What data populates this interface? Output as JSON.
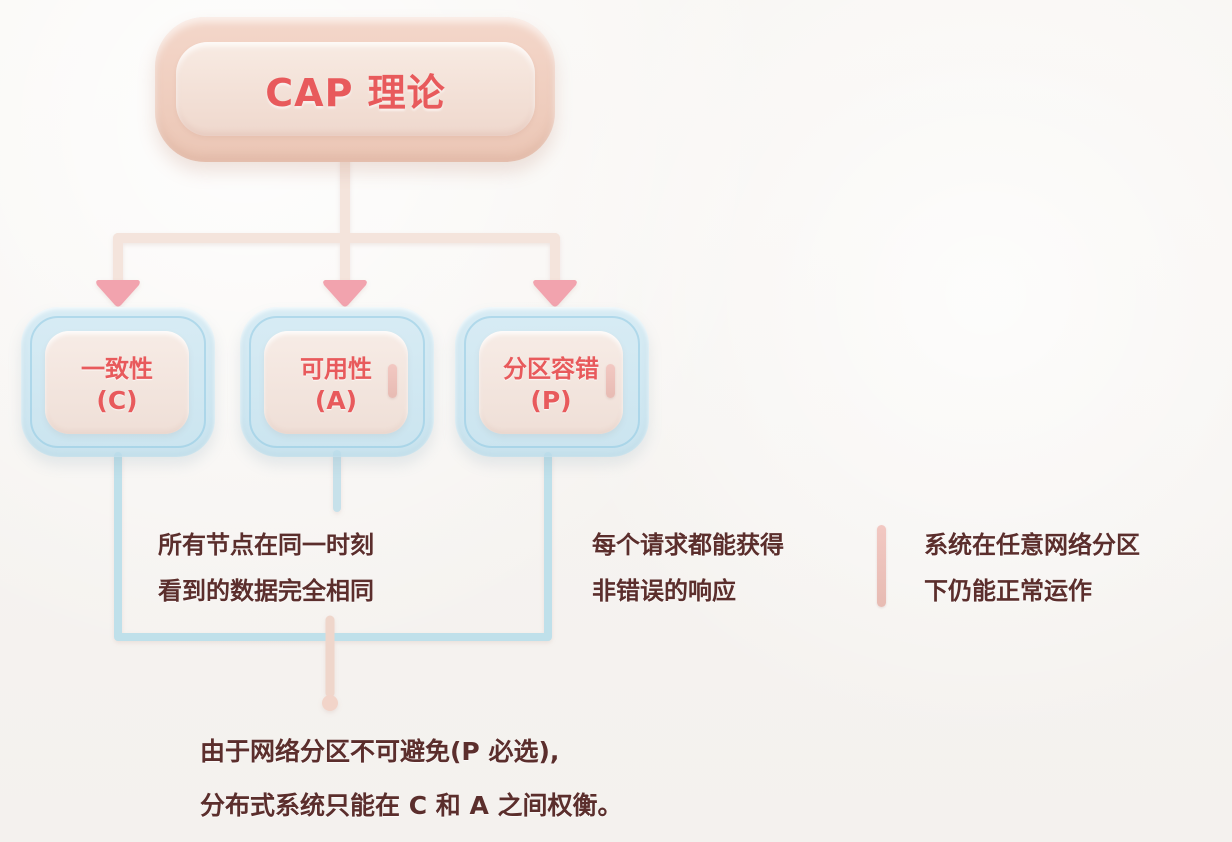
{
  "diagram": {
    "title": "CAP 理论",
    "nodes": [
      {
        "line1": "一致性",
        "line2": "(C)"
      },
      {
        "line1": "可用性",
        "line2": "(A)"
      },
      {
        "line1": "分区容错",
        "line2": "(P)"
      }
    ],
    "descriptions": [
      {
        "line1": "所有节点在同一时刻",
        "line2": "看到的数据完全相同"
      },
      {
        "line1": "每个请求都能获得",
        "line2": "非错误的响应"
      },
      {
        "line1": "系统在任意网络分区",
        "line2": "下仍能正常运作"
      }
    ],
    "conclusion": {
      "line1": "由于网络分区不可避免(P 必选),",
      "line2": "分布式系统只能在 C 和 A 之间权衡。"
    }
  },
  "colors": {
    "title_text": "#e85a5c",
    "node_text": "#e85a5c",
    "body_text": "#5b2e2c",
    "arrow_pink": "#f2a3ae",
    "connector_pink": "#f3d8cf",
    "connector_blue": "#b9dbe7"
  }
}
